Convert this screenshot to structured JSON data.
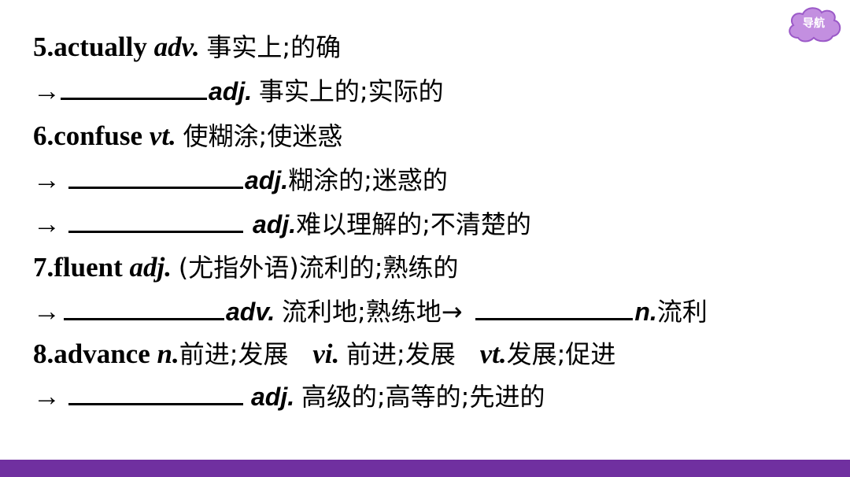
{
  "nav": {
    "label": "导航"
  },
  "lines": {
    "l1": {
      "num": "5.",
      "word": "actually",
      "pos": "adv.",
      "meaning": "事实上;的确"
    },
    "l2": {
      "arrow": "→",
      "pos": "adj.",
      "meaning": "事实上的;实际的"
    },
    "l3": {
      "num": "6.",
      "word": "confuse",
      "pos": "vt.",
      "meaning": "使糊涂;使迷惑"
    },
    "l4": {
      "arrow": "→",
      "pos": "adj.",
      "meaning": "糊涂的;迷惑的"
    },
    "l5": {
      "arrow": "→",
      "pos": "adj.",
      "meaning": "难以理解的;不清楚的"
    },
    "l6": {
      "num": "7.",
      "word": "fluent",
      "pos": "adj.",
      "meaning": "(尤指外语)流利的;熟练的"
    },
    "l7": {
      "arrow": "→",
      "pos": "adv.",
      "meaning": "流利地;熟练地→",
      "pos2": "n.",
      "meaning2": "流利"
    },
    "l8": {
      "num": "8.",
      "word": "advance",
      "pos": "n.",
      "meaning": "前进;发展",
      "pos2": "vi.",
      "meaning2": "前进;发展",
      "pos3": "vt.",
      "meaning3": "发展;促进"
    },
    "l9": {
      "arrow": "→",
      "pos": "adj.",
      "meaning": "高级的;高等的;先进的"
    }
  },
  "colors": {
    "accent": "#7030a0",
    "nav_fill": "#c38fe0",
    "nav_stroke": "#9b59c8"
  }
}
